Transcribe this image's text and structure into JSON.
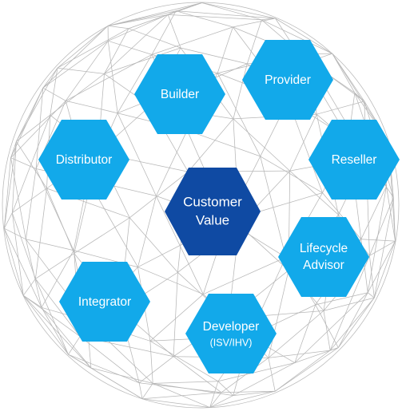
{
  "diagram": {
    "center": {
      "lines": [
        "Customer",
        "Value"
      ]
    },
    "roles": [
      {
        "id": "builder",
        "lines": [
          "Builder"
        ]
      },
      {
        "id": "provider",
        "lines": [
          "Provider"
        ]
      },
      {
        "id": "distributor",
        "lines": [
          "Distributor"
        ]
      },
      {
        "id": "reseller",
        "lines": [
          "Reseller"
        ]
      },
      {
        "id": "lifecycle-advisor",
        "lines": [
          "Lifecycle",
          "Advisor"
        ]
      },
      {
        "id": "integrator",
        "lines": [
          "Integrator"
        ]
      },
      {
        "id": "developer",
        "lines": [
          "Developer"
        ],
        "subline": "(ISV/IHV)"
      }
    ],
    "colors": {
      "role_fill": "#12a9ea",
      "center_fill": "#0f4aa3",
      "mesh_stroke": "#b7b7b7",
      "text": "#ffffff"
    }
  }
}
